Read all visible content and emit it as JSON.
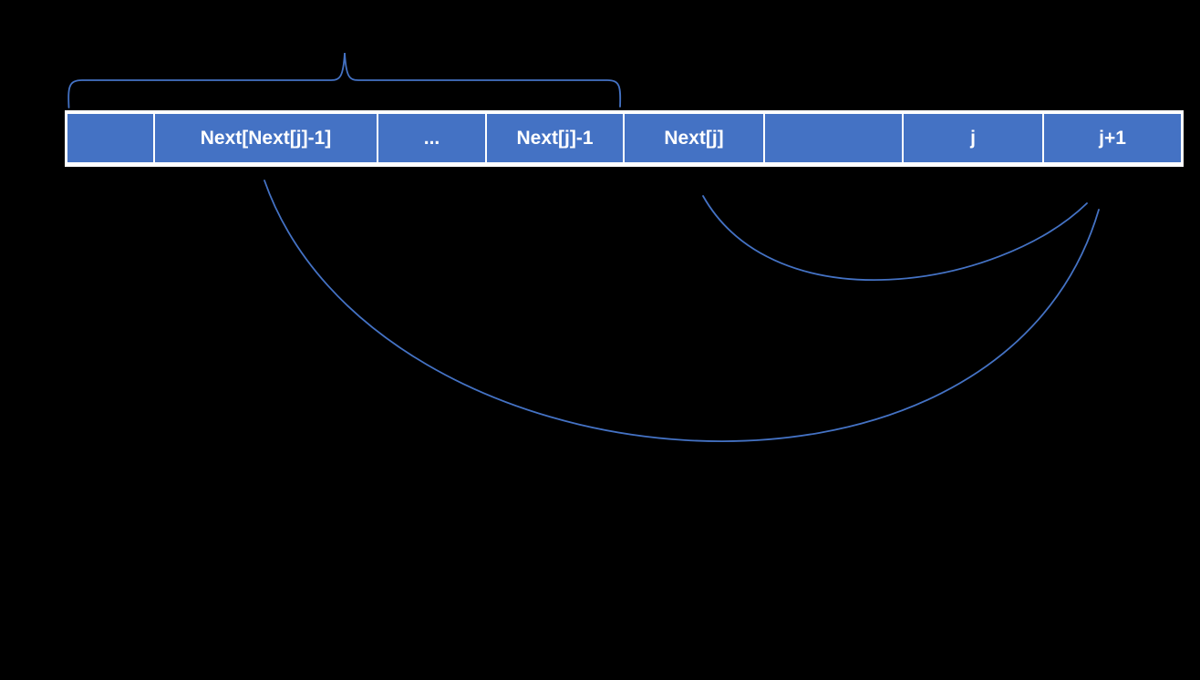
{
  "colors": {
    "background": "#000000",
    "accent": "#4472C4",
    "cell_fill": "#4472C4",
    "cell_text": "#ffffff",
    "frame": "#ffffff"
  },
  "array": {
    "cells": [
      {
        "label": ""
      },
      {
        "label": "Next[Next[j]-1]"
      },
      {
        "label": "..."
      },
      {
        "label": "Next[j]-1"
      },
      {
        "label": "Next[j]"
      },
      {
        "label": ""
      },
      {
        "label": "j"
      },
      {
        "label": "j+1"
      }
    ]
  },
  "shapes": {
    "brace": "curly-brace",
    "long_arc": "arc-connector",
    "short_arc": "arc-connector"
  }
}
